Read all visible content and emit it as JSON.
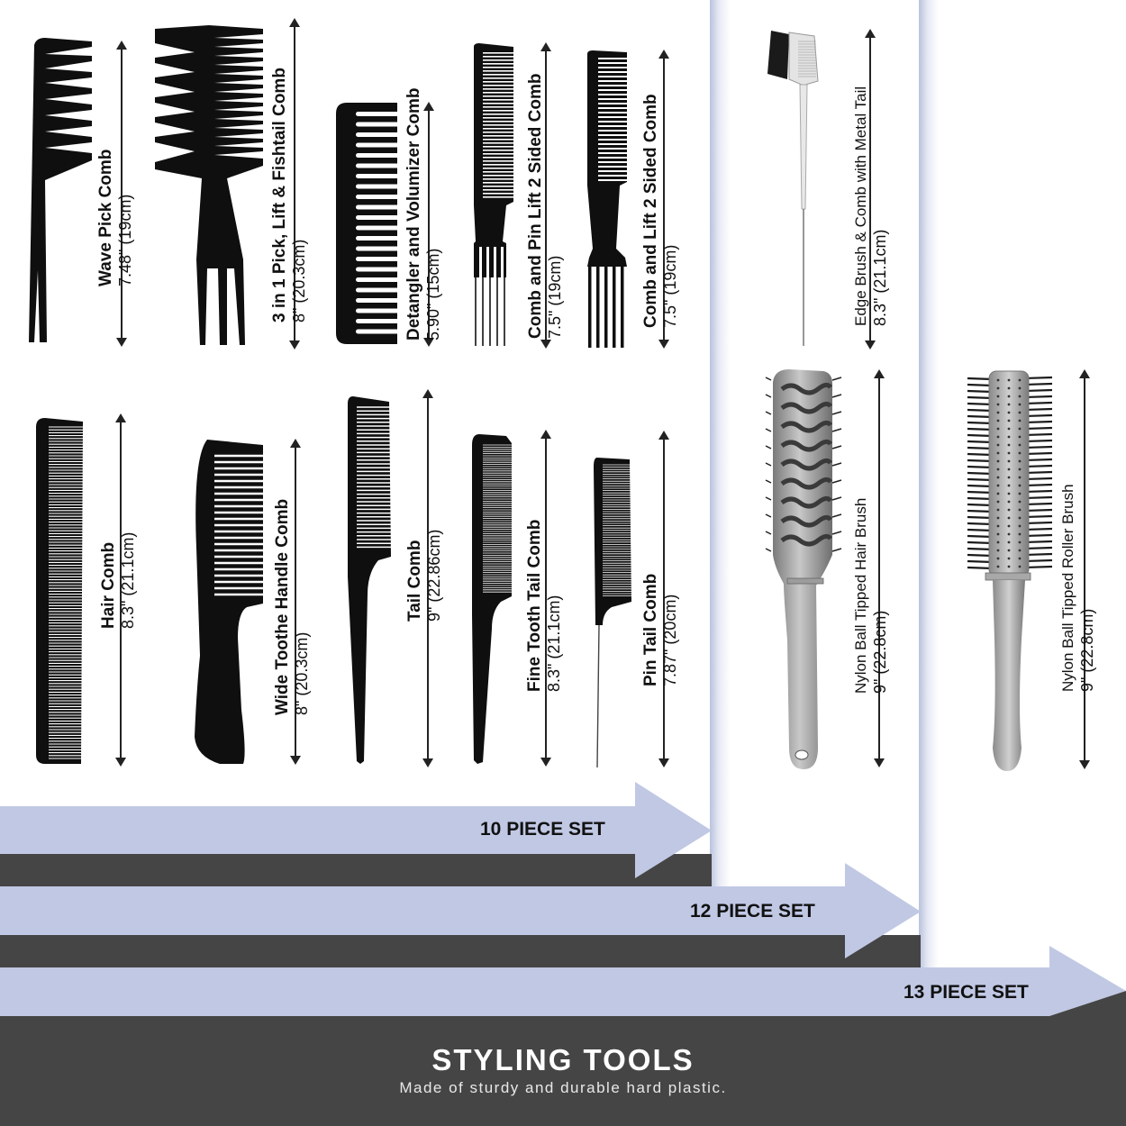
{
  "colors": {
    "arrow_fill": "#c0c8e4",
    "dark_band": "#454545",
    "comb_black": "#0f0f0f",
    "brush_silver": "#9a9a9a",
    "panel_edge": "#b9c2de"
  },
  "tools": [
    {
      "name": "Wave Pick Comb",
      "size": "7.48\" (19cm)",
      "icon": "wave-pick-comb-icon"
    },
    {
      "name": "3 in 1 Pick, Lift & Fishtail Comb",
      "size": "8\" (20.3cm)",
      "icon": "fishtail-comb-icon"
    },
    {
      "name": "Detangler and Volumizer Comb",
      "size": "5.90\" (15cm)",
      "icon": "detangler-comb-icon"
    },
    {
      "name": "Comb and Pin Lift 2 Sided Comb",
      "size": "7.5\" (19cm)",
      "icon": "pin-lift-comb-icon"
    },
    {
      "name": "Comb and Lift 2 Sided Comb",
      "size": "7.5\" (19cm)",
      "icon": "lift-comb-icon"
    },
    {
      "name": "Edge Brush & Comb with Metal Tail",
      "size": "8.3\" (21.1cm)",
      "icon": "edge-brush-icon"
    },
    {
      "name": "Hair Comb",
      "size": "8.3\" (21.1cm)",
      "icon": "hair-comb-icon"
    },
    {
      "name": "Wide Toothe Handle Comb",
      "size": "8\" (20.3cm)",
      "icon": "handle-comb-icon"
    },
    {
      "name": "Tail Comb",
      "size": "9\" (22.86cm)",
      "icon": "tail-comb-icon"
    },
    {
      "name": "Fine Tooth Tail Comb",
      "size": "8.3\" (21.1cm)",
      "icon": "fine-tail-comb-icon"
    },
    {
      "name": "Pin Tail Comb",
      "size": "7.87\" (20cm)",
      "icon": "pin-tail-comb-icon"
    },
    {
      "name": "Nylon Ball Tipped Hair Brush",
      "size": "9\" (22.8cm)",
      "icon": "paddle-brush-icon"
    },
    {
      "name": "Nylon Ball Tipped Roller Brush",
      "size": "9\" (22.8cm)",
      "icon": "roller-brush-icon"
    }
  ],
  "sets": [
    {
      "label": "10 PIECE SET"
    },
    {
      "label": "12 PIECE SET"
    },
    {
      "label": "13 PIECE SET"
    }
  ],
  "banner": {
    "title": "STYLING TOOLS",
    "subtitle": "Made of sturdy and durable hard plastic."
  }
}
